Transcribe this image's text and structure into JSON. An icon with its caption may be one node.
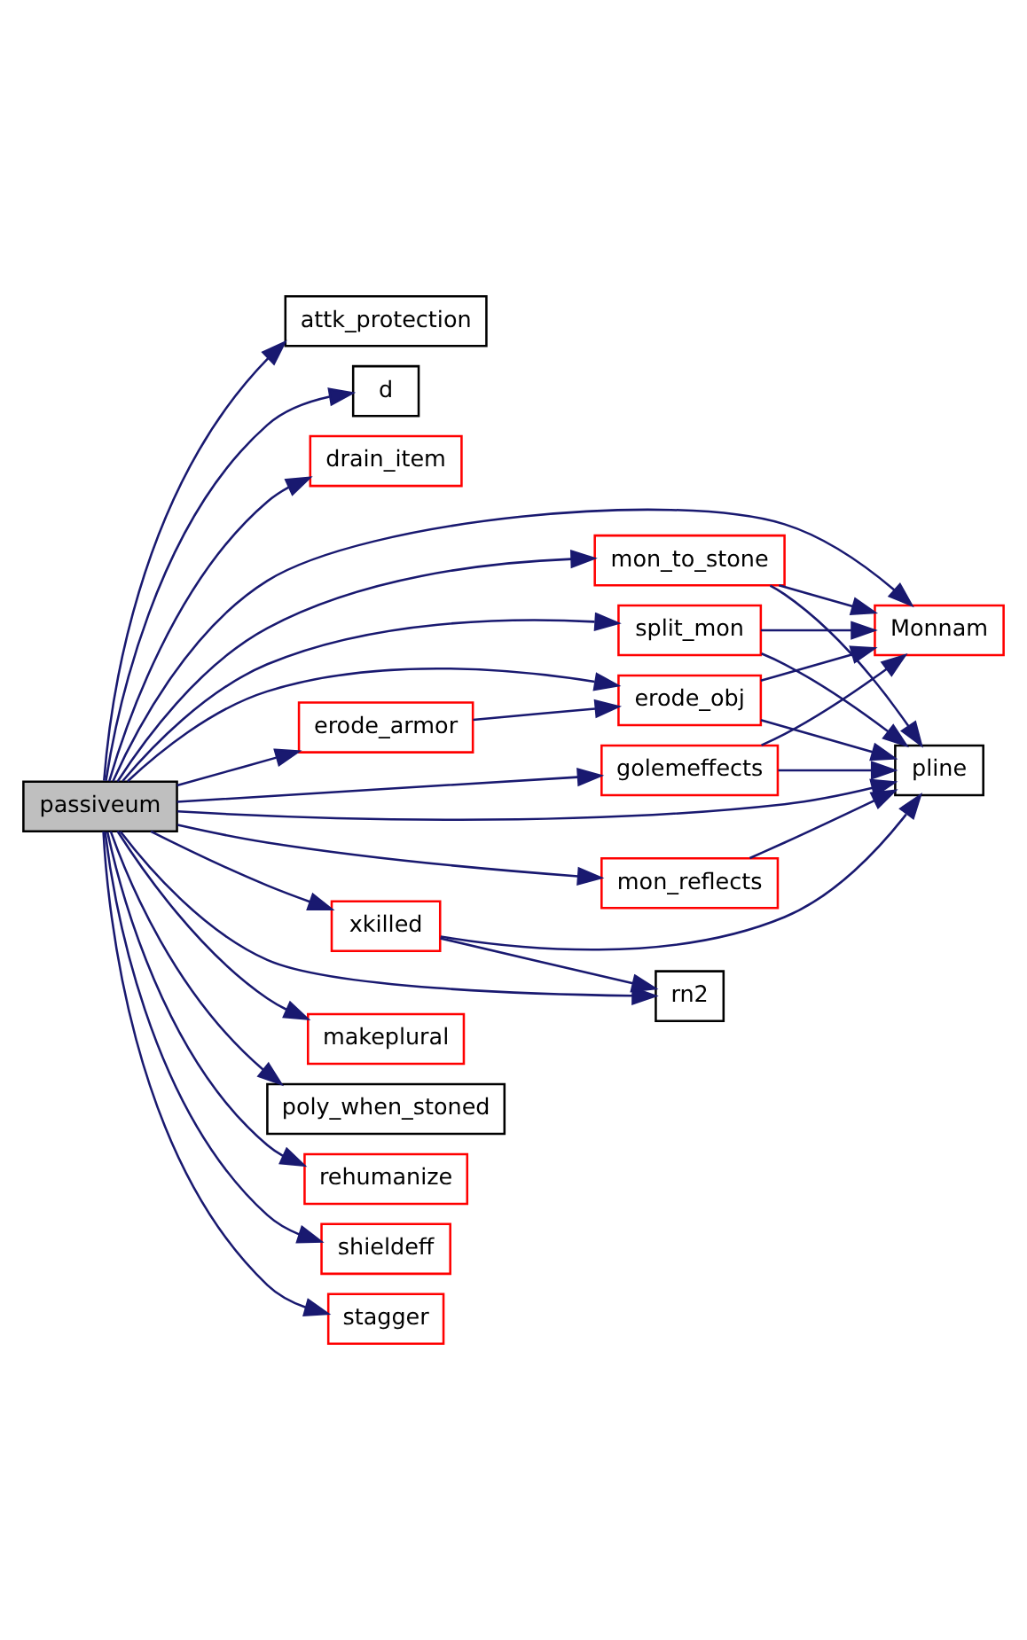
{
  "diagram": {
    "nodes": [
      {
        "text": [
          "passiveum"
        ]
      },
      {
        "text": [
          "attk_protection"
        ]
      },
      {
        "text": [
          "d"
        ]
      },
      {
        "text": [
          "drain_item"
        ]
      },
      {
        "text": [
          "golemeffects"
        ]
      },
      {
        "text": [
          "Monnam"
        ]
      },
      {
        "text": [
          "mon_to_stone"
        ]
      },
      {
        "text": [
          "split_mon"
        ]
      },
      {
        "text": [
          "erode_armor"
        ]
      },
      {
        "text": [
          "erode_obj"
        ]
      },
      {
        "text": [
          "pline"
        ]
      },
      {
        "text": [
          "mon_reflects"
        ]
      },
      {
        "text": [
          "xkilled"
        ]
      },
      {
        "text": [
          "rn2"
        ]
      },
      {
        "text": [
          "makeplural"
        ]
      },
      {
        "text": [
          "poly_when_stoned"
        ]
      },
      {
        "text": [
          "rehumanize"
        ]
      },
      {
        "text": [
          "shieldeff"
        ]
      },
      {
        "text": [
          "stagger"
        ]
      }
    ],
    "edges": [
      {
        "from": 0,
        "to": 1,
        "arrow": "to"
      },
      {
        "from": 0,
        "to": 2,
        "arrow": "to"
      },
      {
        "from": 0,
        "to": 3,
        "arrow": "to"
      },
      {
        "from": 0,
        "to": 5,
        "arrow": "to"
      },
      {
        "from": 0,
        "to": 4,
        "arrow": "to"
      },
      {
        "from": 0,
        "to": 6,
        "arrow": "to"
      },
      {
        "from": 0,
        "to": 7,
        "arrow": "to"
      },
      {
        "from": 0,
        "to": 8,
        "arrow": "to"
      },
      {
        "from": 0,
        "to": 9,
        "arrow": "to"
      },
      {
        "from": 0,
        "to": 10,
        "arrow": "to"
      },
      {
        "from": 0,
        "to": 11,
        "arrow": "to"
      },
      {
        "from": 0,
        "to": 12,
        "arrow": "to"
      },
      {
        "from": 0,
        "to": 13,
        "arrow": "to"
      },
      {
        "from": 0,
        "to": 14,
        "arrow": "to"
      },
      {
        "from": 0,
        "to": 15,
        "arrow": "to"
      },
      {
        "from": 0,
        "to": 16,
        "arrow": "to"
      },
      {
        "from": 0,
        "to": 17,
        "arrow": "to"
      },
      {
        "from": 0,
        "to": 18,
        "arrow": "to"
      },
      {
        "from": 4,
        "to": 5,
        "arrow": "to"
      },
      {
        "from": 4,
        "to": 10,
        "arrow": "to"
      },
      {
        "from": 6,
        "to": 5,
        "arrow": "to"
      },
      {
        "from": 6,
        "to": 10,
        "arrow": "to"
      },
      {
        "from": 7,
        "to": 5,
        "arrow": "to"
      },
      {
        "from": 7,
        "to": 10,
        "arrow": "to"
      },
      {
        "from": 8,
        "to": 9,
        "arrow": "to"
      },
      {
        "from": 9,
        "to": 5,
        "arrow": "to"
      },
      {
        "from": 9,
        "to": 10,
        "arrow": "to"
      },
      {
        "from": 11,
        "to": 10,
        "arrow": "to"
      },
      {
        "from": 12,
        "to": 10,
        "arrow": "to"
      },
      {
        "from": 12,
        "to": 13,
        "arrow": "to"
      }
    ]
  }
}
